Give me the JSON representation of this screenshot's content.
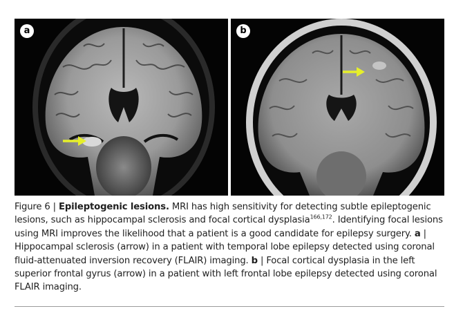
{
  "figure": {
    "panels": [
      {
        "badge": "a",
        "arrow_color": "#e6ef2a"
      },
      {
        "badge": "b",
        "arrow_color": "#e6ef2a"
      }
    ],
    "caption": {
      "figure_label": "Figure 6 | ",
      "title": "Epileptogenic lesions.",
      "text_1": " MRI has high sensitivity for detecting subtle epileptogenic lesions, such as hippocampal sclerosis and focal cortical dysplasia",
      "refs": "166,172",
      "text_2": ". Identifying focal lesions using MRI improves the likelihood that a patient is a good candidate for epilepsy surgery. ",
      "panel_a_label": "a",
      "panel_a_text": " | Hippocampal sclerosis (arrow) in a patient with temporal lobe epilepsy detected using coronal fluid-attenuated inversion recovery (FLAIR) imaging. ",
      "panel_b_label": "b",
      "panel_b_text": " | Focal cortical dysplasia in the left superior frontal gyrus (arrow) in a patient with left frontal lobe epilepsy detected using coronal FLAIR imaging."
    }
  }
}
